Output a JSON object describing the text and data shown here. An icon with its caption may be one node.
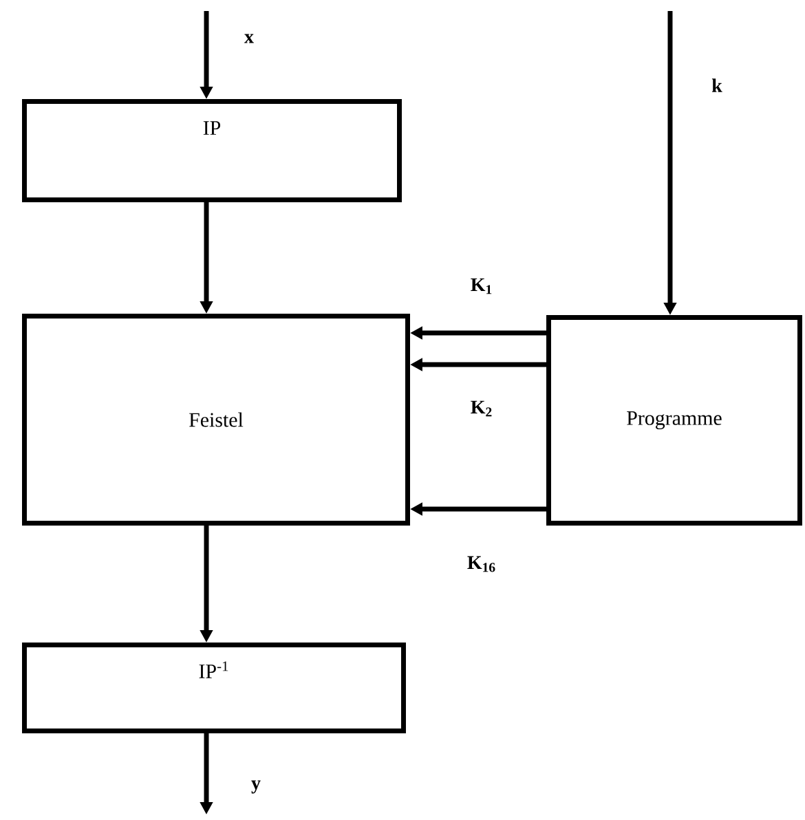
{
  "diagram": {
    "nodes": [
      {
        "text": [
          "IP"
        ]
      },
      {
        "text": [
          "Feistel"
        ]
      },
      {
        "text": [
          "Programme"
        ]
      },
      {
        "text": [
          "IP$^{-1}$"
        ]
      }
    ],
    "edges": [
      {
        "from": null,
        "to": 0,
        "arrow": "to",
        "label": "x"
      },
      {
        "from": 0,
        "to": 1,
        "arrow": "to"
      },
      {
        "from": null,
        "to": 2,
        "arrow": "to",
        "label": "k"
      },
      {
        "from": 2,
        "to": 1,
        "arrow": "to",
        "label": "K$_{1}$"
      },
      {
        "from": 2,
        "to": 1,
        "arrow": "to",
        "label": "K$_{2}$"
      },
      {
        "from": 2,
        "to": 1,
        "arrow": "to",
        "label": "K$_{16}$"
      },
      {
        "from": 1,
        "to": 3,
        "arrow": "to"
      },
      {
        "from": 3,
        "to": null,
        "arrow": "to",
        "label": "y"
      }
    ]
  }
}
